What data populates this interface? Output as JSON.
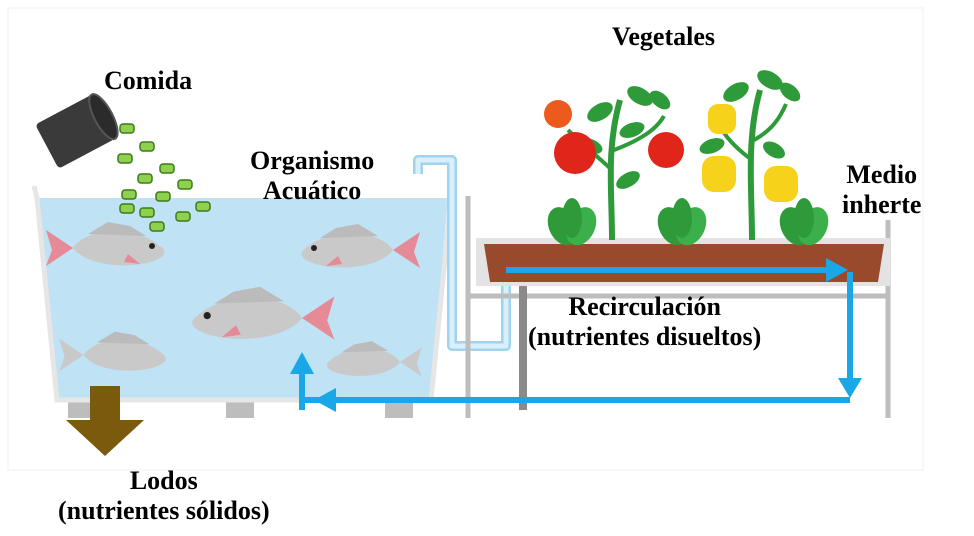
{
  "labels": {
    "comida": "Comida",
    "organismo_1": "Organismo",
    "organismo_2": "Acuático",
    "vegetales": "Vegetales",
    "medio_1": "Medio",
    "medio_2": "inherte",
    "recirc_1": "Recirculación",
    "recirc_2": "(nutrientes disueltos)",
    "lodos_1": "Lodos",
    "lodos_2": "(nutrientes sólidos)"
  },
  "colors": {
    "water": "#bfe2f5",
    "flow_arrow": "#1aa7e8",
    "sludge_arrow": "#7a5a0d",
    "soil": "#9a4a2c",
    "food_pellet": "#8fd14f",
    "fish": "#c9c9c9",
    "tomato": "#e0261b",
    "pepper": "#f6d21a",
    "leaf": "#2e9a3a"
  }
}
